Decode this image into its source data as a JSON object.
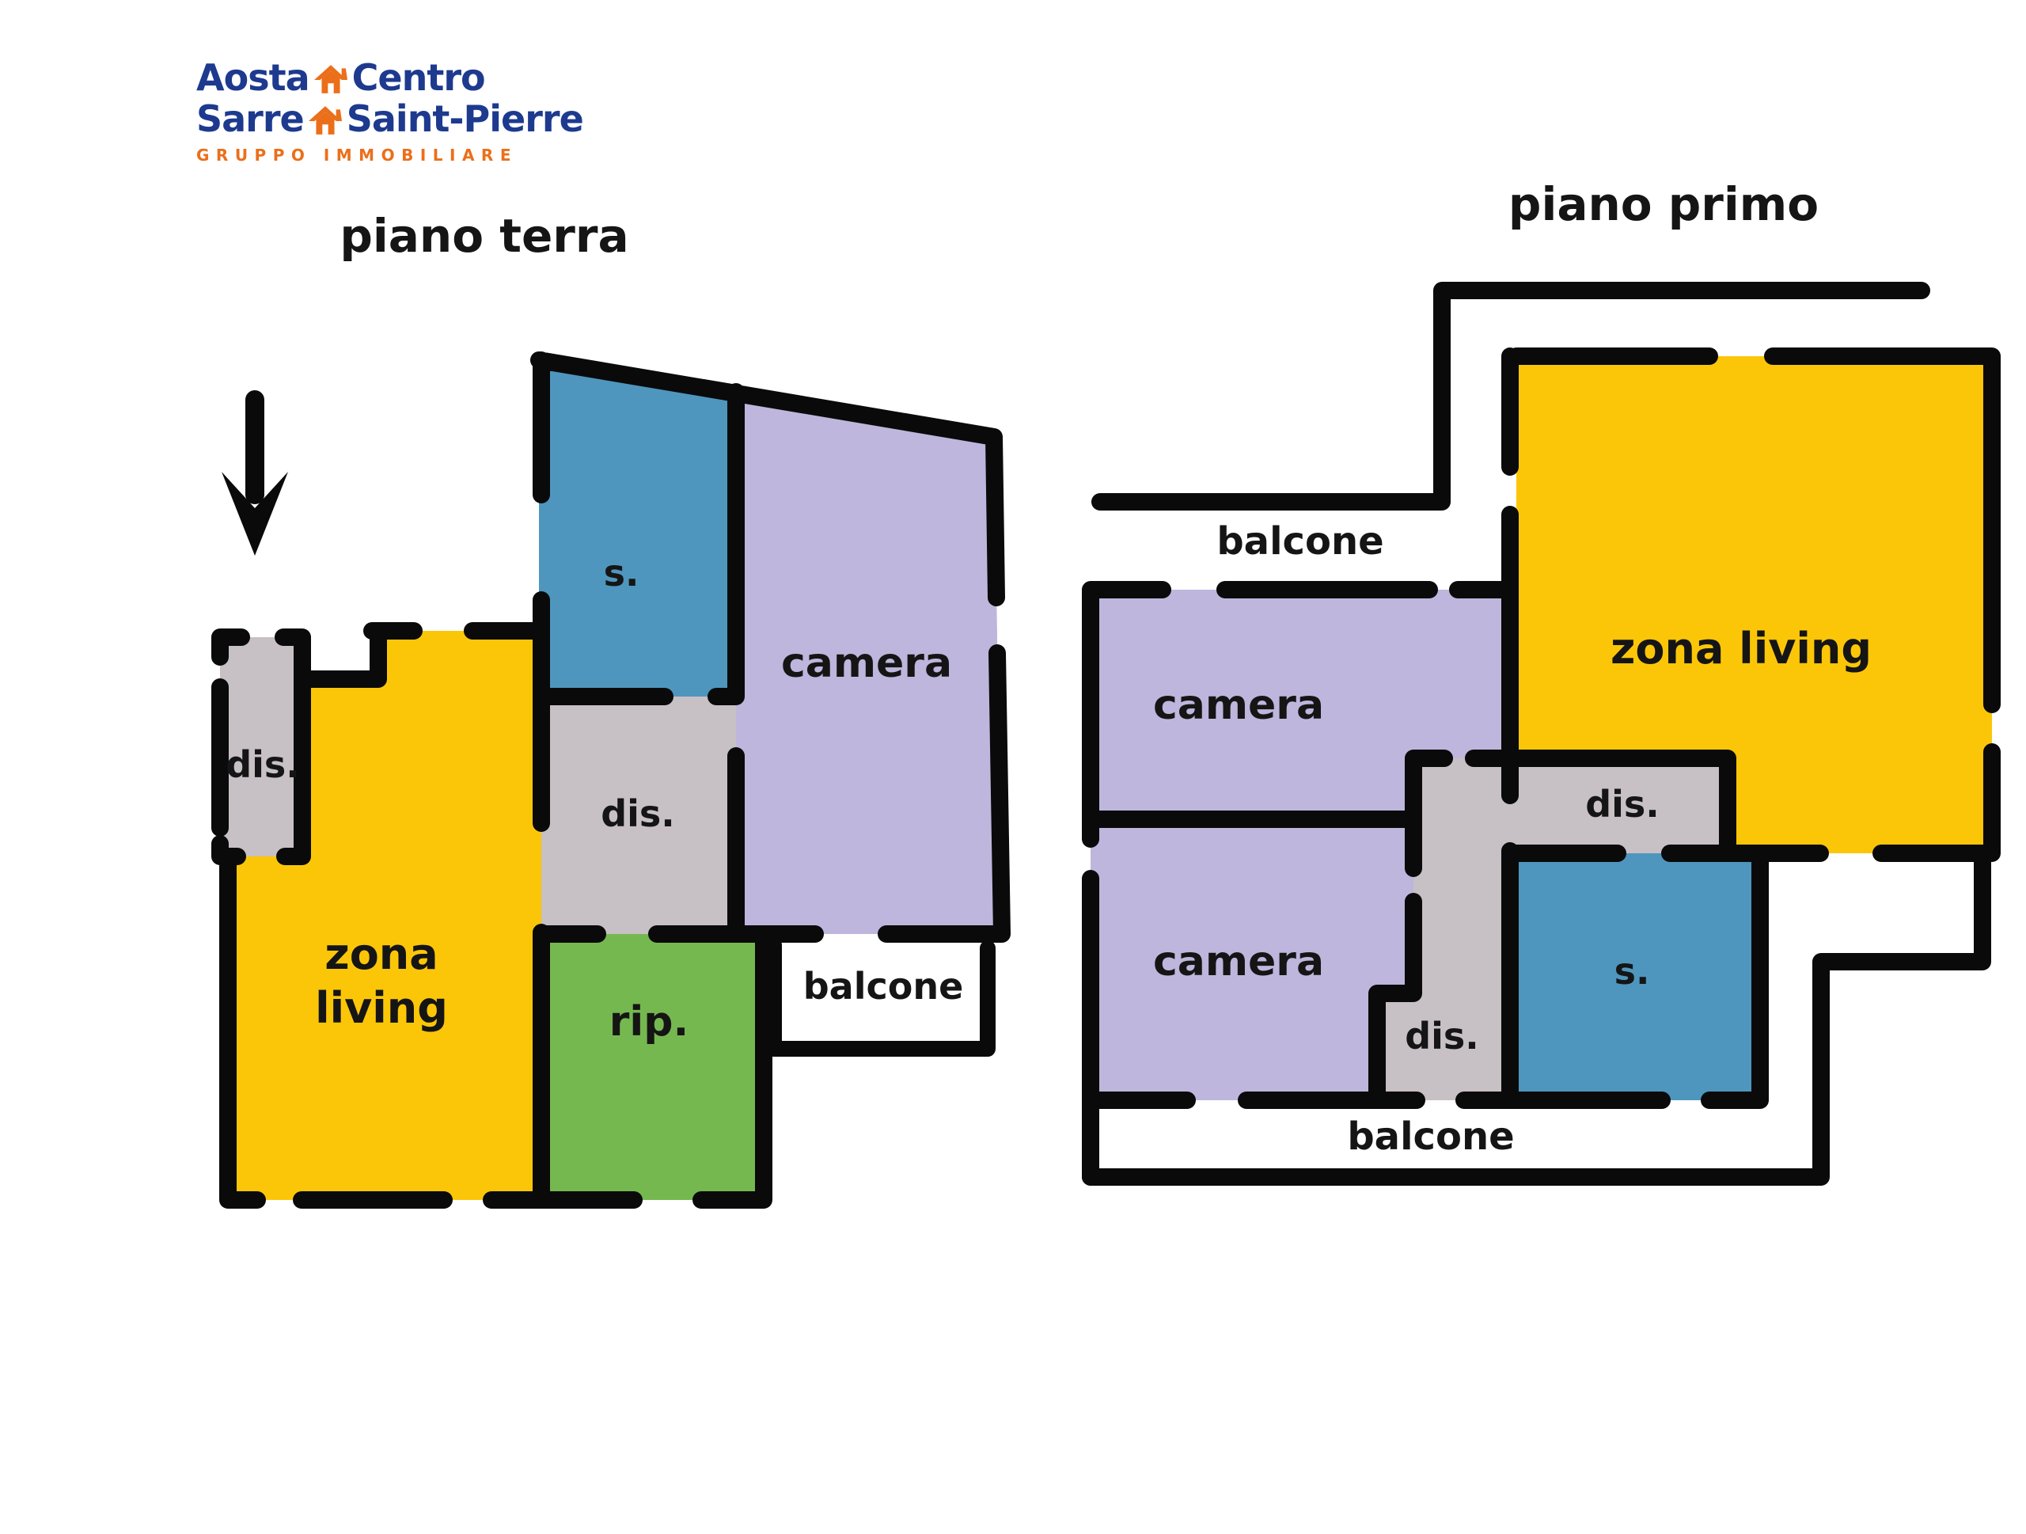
{
  "logo": {
    "line1_left": "Aosta",
    "line1_right": "Centro",
    "line2_left": "Sarre",
    "line2_right": "Saint-Pierre",
    "tagline": "GRUPPO IMMOBILIARE"
  },
  "colors": {
    "wall": "#0a0a0a",
    "yellow": "#fcc608",
    "purple": "#beb6dc",
    "blue": "#4e96be",
    "green": "#76b850",
    "gray": "#c7c0c4",
    "navy": "#1d3a8f",
    "orange": "#eb6f1a",
    "label": "#151515"
  },
  "floors": [
    {
      "title": "piano terra",
      "rooms": {
        "entry_dis": "dis.",
        "zona_living_line1": "zona",
        "zona_living_line2": "living",
        "bath": "s.",
        "camera": "camera",
        "dis": "dis.",
        "rip": "rip.",
        "balcone": "balcone"
      }
    },
    {
      "title": "piano primo",
      "rooms": {
        "balcone_top": "balcone",
        "camera_top": "camera",
        "camera_bottom": "camera",
        "zona_living": "zona living",
        "dis_top": "dis.",
        "dis_bottom": "dis.",
        "bath": "s.",
        "balcone_bottom": "balcone"
      }
    }
  ]
}
